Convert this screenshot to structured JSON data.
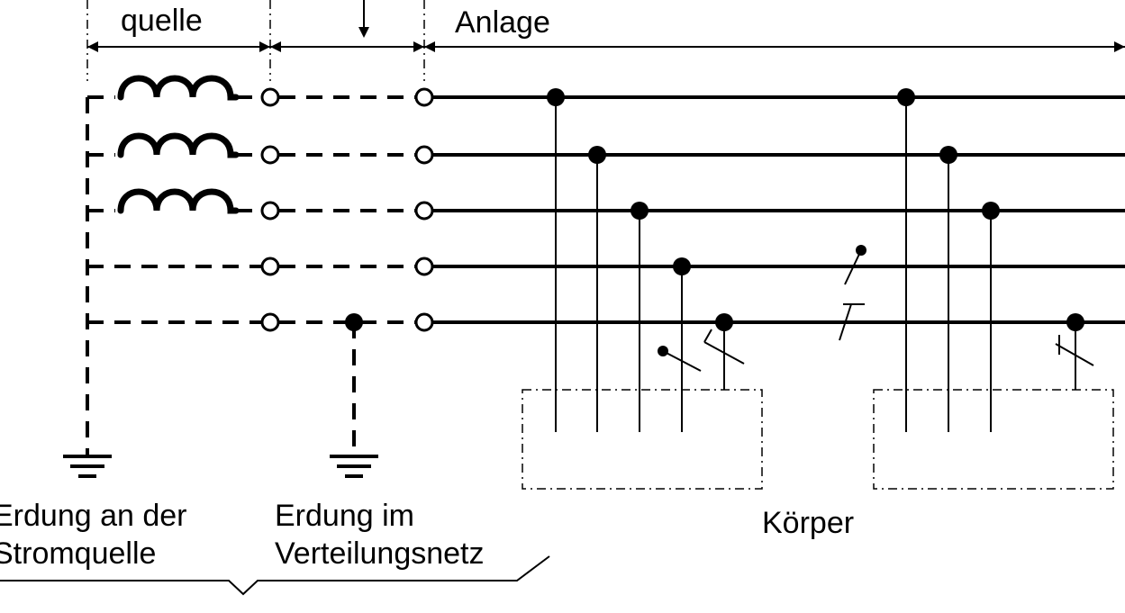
{
  "labels": {
    "source_top": "quelle",
    "installation_top": "Anlage",
    "earthing_source_line1": "Erdung an der",
    "earthing_source_line2": "Stromquelle",
    "earthing_network_line1": "Erdung im",
    "earthing_network_line2": "Verteilungsnetz",
    "bodies": "Körper"
  },
  "colors": {
    "line": "#000000",
    "background": "#ffffff"
  },
  "icons": [
    "ground-symbol",
    "coil-winding",
    "terminal-circle",
    "junction-dot",
    "switch-contact"
  ]
}
